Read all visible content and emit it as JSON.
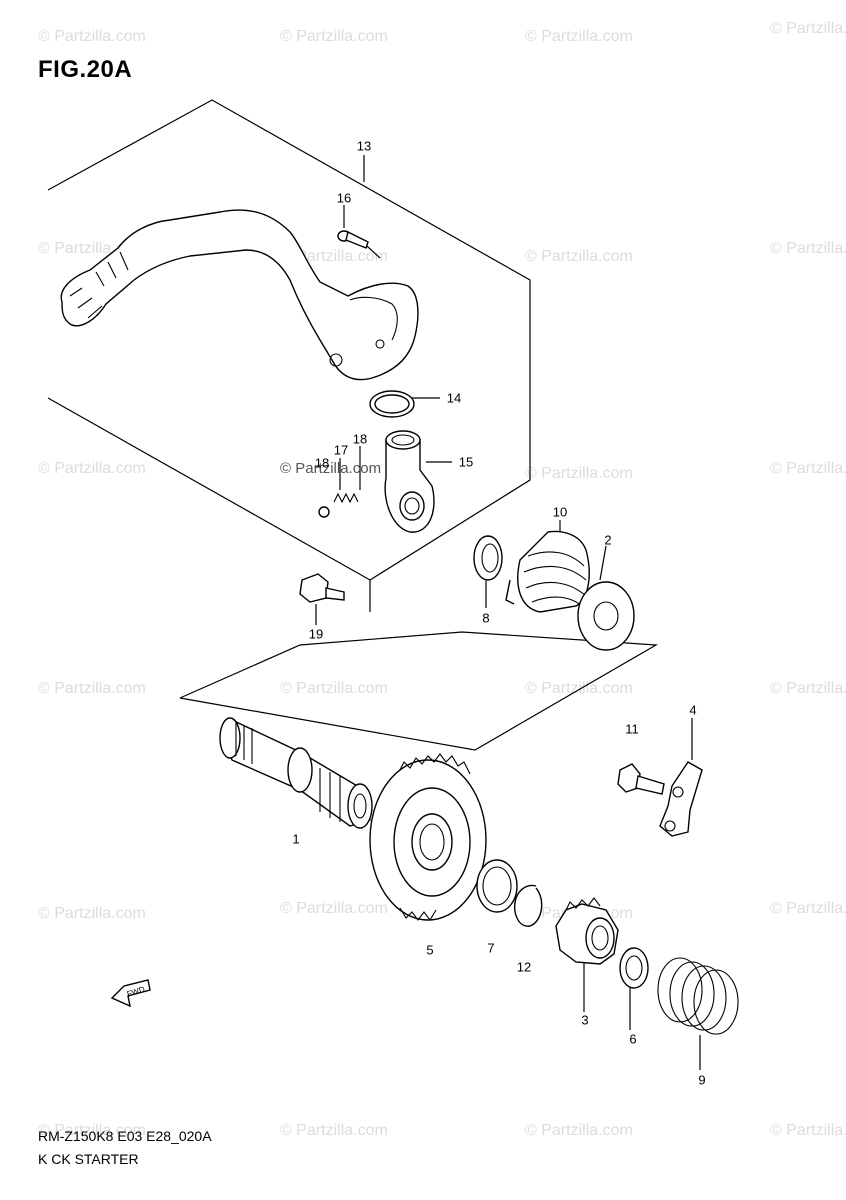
{
  "figure": {
    "title": "FIG.20A",
    "model_code": "RM-Z150K8 E03 E28_020A",
    "section_name": "K CK STARTER"
  },
  "watermark": {
    "text": "© Partzilla.com",
    "center_text": "© Partzilla.com"
  },
  "callouts": {
    "c1": "1",
    "c2": "2",
    "c3": "3",
    "c4": "4",
    "c5": "5",
    "c6": "6",
    "c7": "7",
    "c8": "8",
    "c9": "9",
    "c10": "10",
    "c11": "11",
    "c12": "12",
    "c13": "13",
    "c14": "14",
    "c15": "15",
    "c16": "16",
    "c17": "17",
    "c18a": "18",
    "c18b": "18",
    "c19": "19"
  },
  "icons": {
    "front_arrow": "front-direction-arrow-icon"
  },
  "colors": {
    "line": "#000000",
    "watermark": "#dcdcdc",
    "background": "#ffffff"
  }
}
